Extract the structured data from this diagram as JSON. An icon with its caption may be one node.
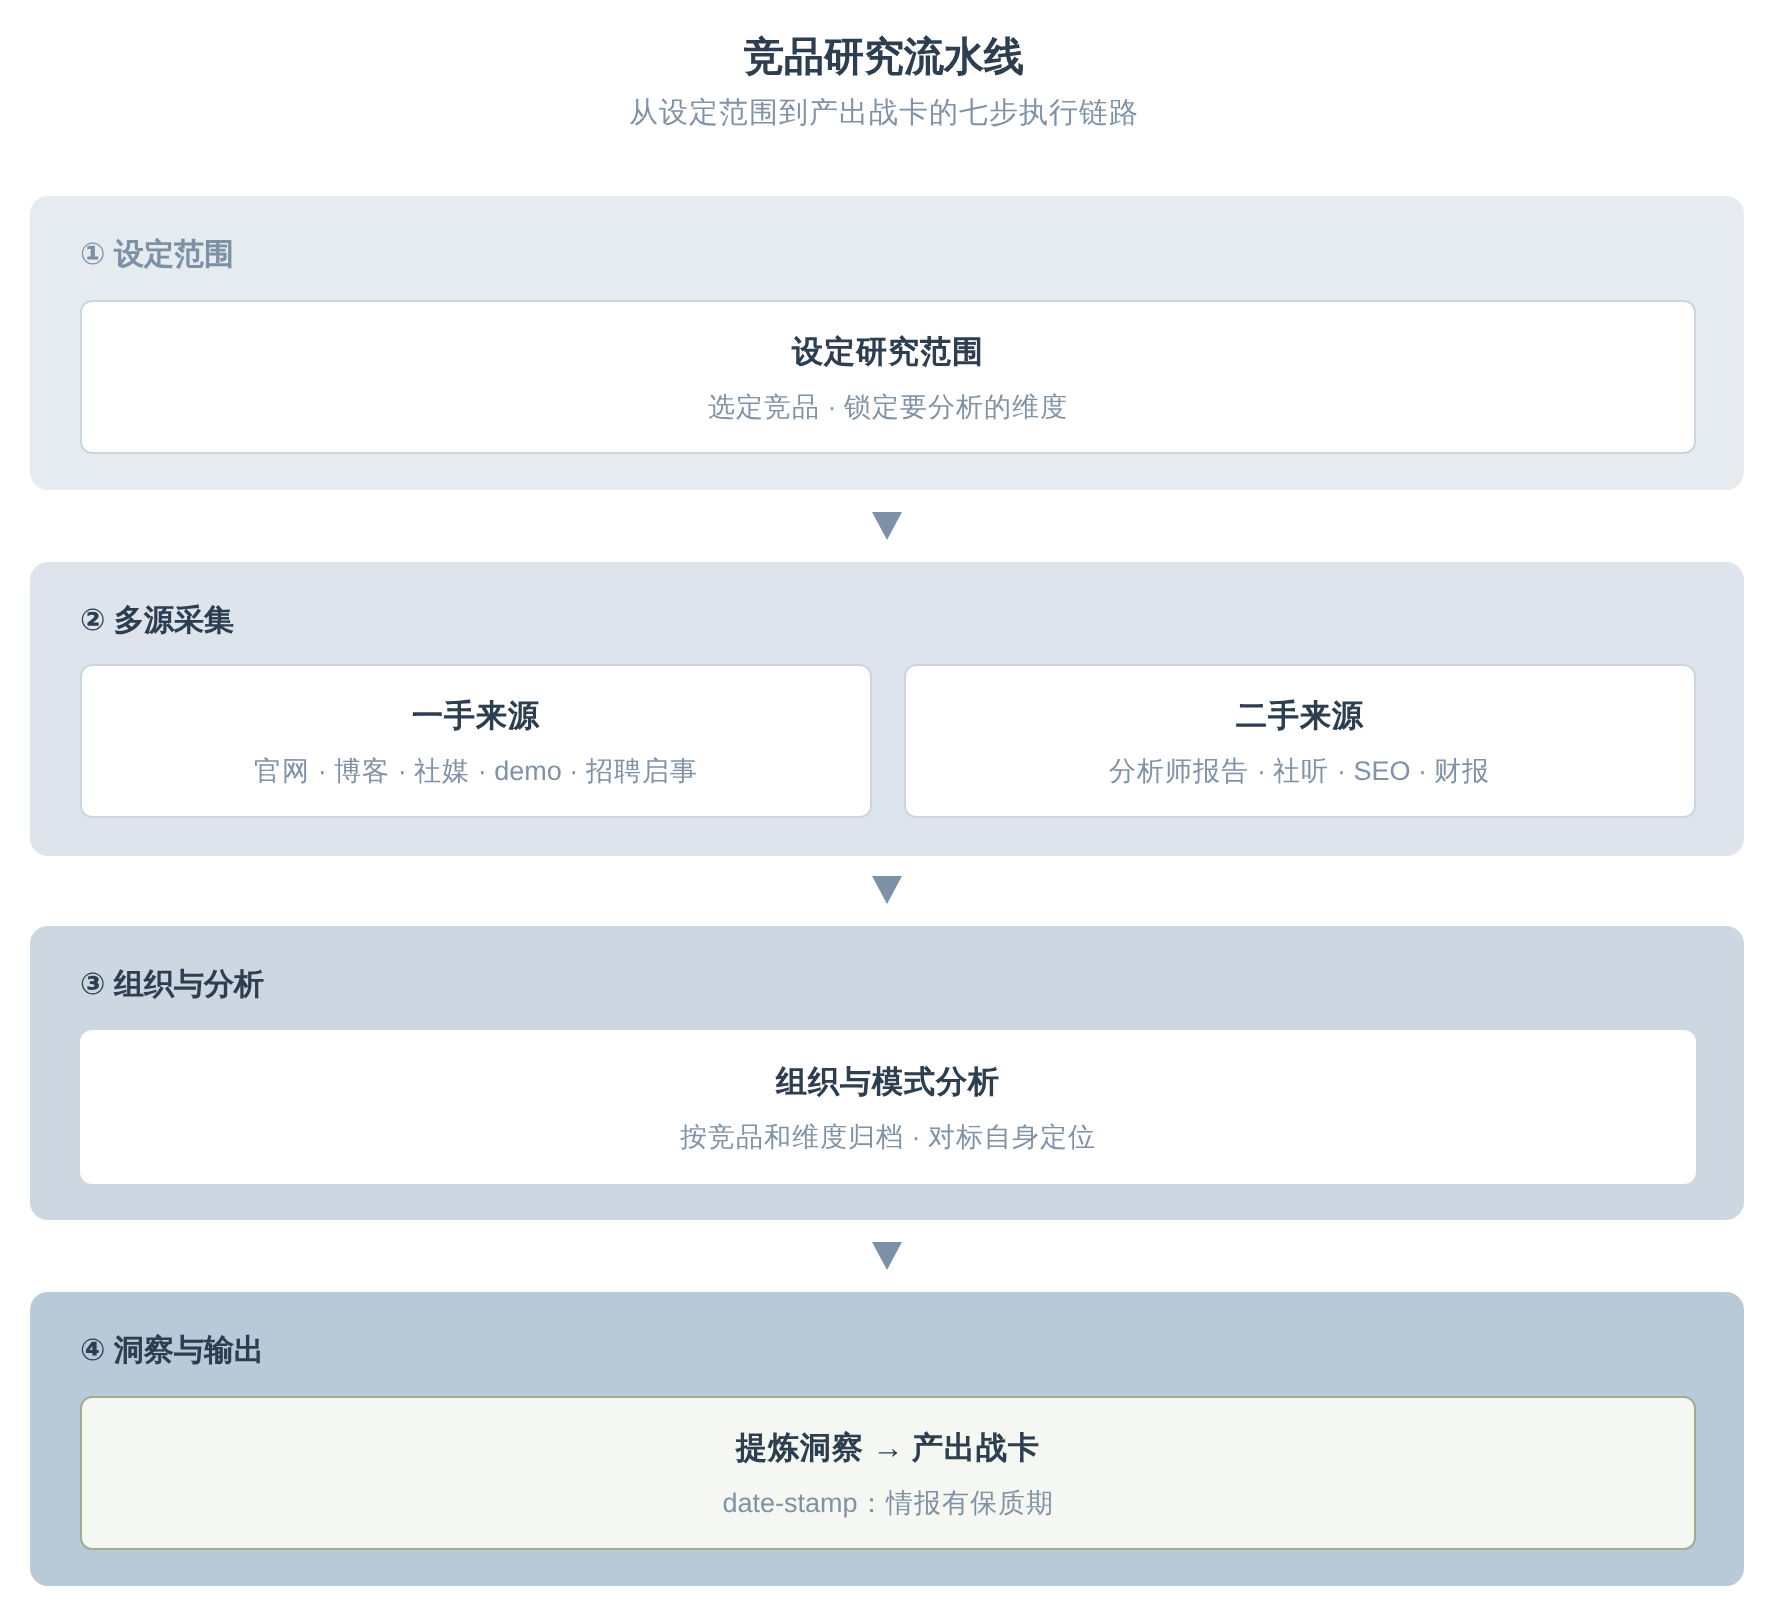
{
  "diagram": {
    "title": "竞品研究流水线",
    "nodes": [
      {
        "text": [
          "① 设定范围"
        ]
      },
      {
        "text": [
          "设定研究范围",
          "选定竞品 · 锁定要分析的维度"
        ],
        "in": 0
      },
      {
        "text": [
          "② 多源采集"
        ]
      },
      {
        "text": [
          "一手来源",
          "官网 · 博客 · 社媒 · demo · 招聘启事"
        ],
        "in": 2
      },
      {
        "text": [
          "二手来源",
          "分析师报告 · 社听 · SEO · 财报"
        ],
        "in": 2
      },
      {
        "text": [
          "③ 组织与分析"
        ]
      },
      {
        "text": [
          "组织与模式分析",
          "按竞品和维度归档 · 对标自身定位"
        ],
        "in": 5
      },
      {
        "text": [
          "④ 洞察与输出"
        ]
      },
      {
        "text": [
          "提炼洞察 → 产出战卡",
          "date-stamp：情报有保质期"
        ],
        "in": 7
      }
    ],
    "edges": [
      {
        "from": 0,
        "to": 2,
        "arrow": "to"
      },
      {
        "from": 2,
        "to": 5,
        "arrow": "to"
      },
      {
        "from": 5,
        "to": 7,
        "arrow": "to"
      }
    ],
    "labels": [
      "从设定范围到产出战卡的七步执行链路"
    ]
  }
}
